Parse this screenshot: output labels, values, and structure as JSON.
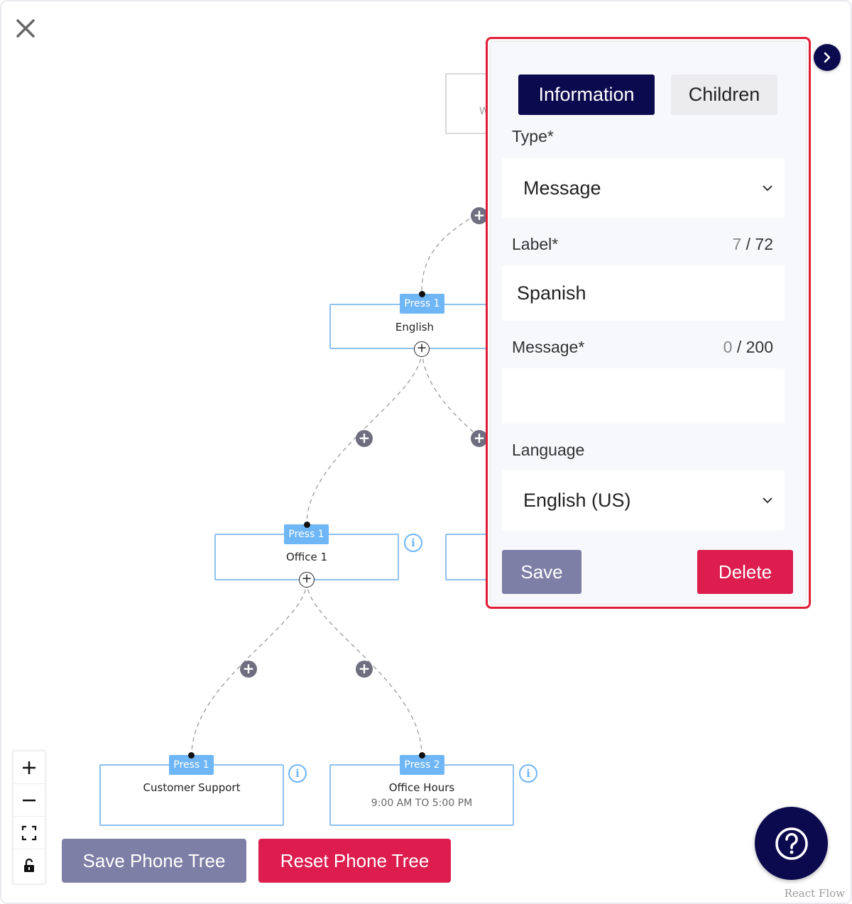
{
  "canvas": {
    "nodes": {
      "english": {
        "press": "Press 1",
        "label": "English"
      },
      "office1": {
        "press": "Press 1",
        "label": "Office 1"
      },
      "customer_support": {
        "press": "Press 1",
        "label": "Customer Support"
      },
      "office_hours": {
        "press": "Press 2",
        "label": "Office Hours",
        "sublabel": "9:00 AM TO 5:00 PM"
      },
      "root_partial": {
        "label": "W"
      }
    },
    "add_icon": "+",
    "attribution": "React Flow"
  },
  "zoom_controls": {
    "zoom_in": "+",
    "zoom_out": "—"
  },
  "actions": {
    "save_tree": "Save Phone Tree",
    "reset_tree": "Reset Phone Tree"
  },
  "panel": {
    "tabs": {
      "information": "Information",
      "children": "Children"
    },
    "type": {
      "label": "Type*",
      "value": "Message"
    },
    "label_field": {
      "label": "Label*",
      "count_current": "7",
      "count_max": "/ 72",
      "value": "Spanish"
    },
    "message_field": {
      "label": "Message*",
      "count_current": "0",
      "count_max": "/ 200",
      "value": ""
    },
    "language": {
      "label": "Language",
      "value": "English (US)"
    },
    "save": "Save",
    "delete": "Delete"
  },
  "colors": {
    "navy": "#0c0a4e",
    "danger": "#dc1d4e",
    "muted": "#7e7fa6",
    "node_border": "#8ec1f1",
    "press_bg": "#6eb6f6",
    "highlight": "#e11d36"
  }
}
